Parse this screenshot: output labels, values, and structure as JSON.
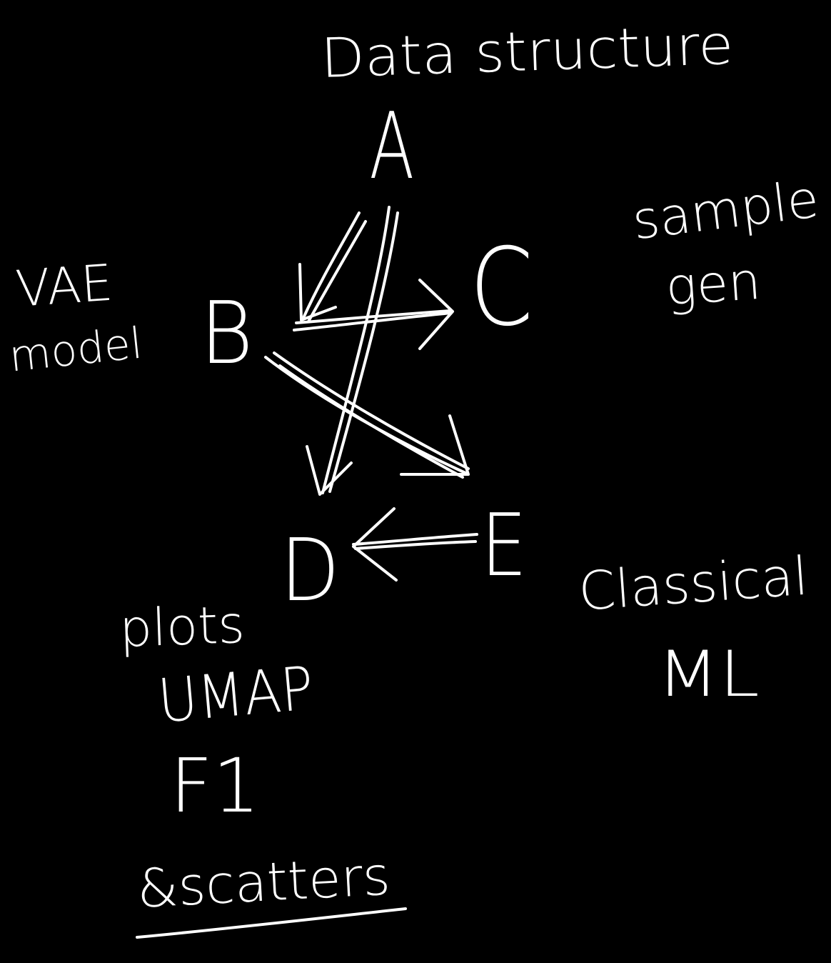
{
  "diagram": {
    "background_color": "#000000",
    "ink_color": "#ffffff",
    "title": "Data structure",
    "nodes": {
      "a": "A",
      "b": "B",
      "c": "C",
      "d": "D",
      "e": "E"
    },
    "edges": [
      {
        "from": "A",
        "to": "B"
      },
      {
        "from": "A",
        "to": "D"
      },
      {
        "from": "B",
        "to": "C"
      },
      {
        "from": "B",
        "to": "E"
      },
      {
        "from": "E",
        "to": "D"
      }
    ],
    "annotations": {
      "vae_line1": "VAE",
      "vae_line2": "model",
      "sample_line1": "sample",
      "sample_line2": "gen",
      "classical_line1": "Classical",
      "classical_line2": "ML",
      "plots": "plots",
      "umap": "UMAP",
      "f1": "F1",
      "scatters": "&scatters"
    }
  }
}
